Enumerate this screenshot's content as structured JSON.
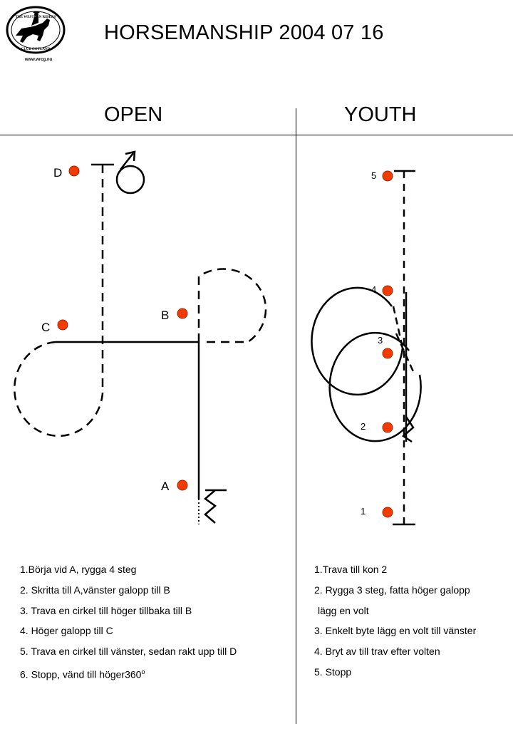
{
  "title": "HORSEMANSHIP 2004 07 16",
  "logo": {
    "icon": "western-rider-horse-icon",
    "top_text": "THE WESTERN RIDERS",
    "bottom_text": "CLUB GOTLAND",
    "url": "www.wrcg.nu"
  },
  "open": {
    "heading": "OPEN",
    "cones": [
      "A",
      "B",
      "C",
      "D"
    ],
    "steps": [
      "1.Börja vid A, rygga 4 steg",
      "2. Skritta till A,vänster galopp till B",
      "3. Trava en cirkel till höger tillbaka till B",
      "4. Höger galopp till C",
      "5. Trava en cirkel till vänster, sedan rakt upp till D",
      "6. Stopp, vänd till höger360"
    ],
    "degree_mark": "o"
  },
  "youth": {
    "heading": "YOUTH",
    "cones": [
      "1",
      "2",
      "3",
      "4",
      "5"
    ],
    "steps": [
      "1.Trava till kon 2",
      "2. Rygga 3 steg, fatta höger galopp",
      "lägg en volt",
      "3. Enkelt byte lägg en volt till vänster",
      "4. Bryt av till trav efter volten",
      "5. Stopp"
    ]
  },
  "colors": {
    "cone": "#f03c00",
    "line": "#000000",
    "background": "#ffffff"
  }
}
